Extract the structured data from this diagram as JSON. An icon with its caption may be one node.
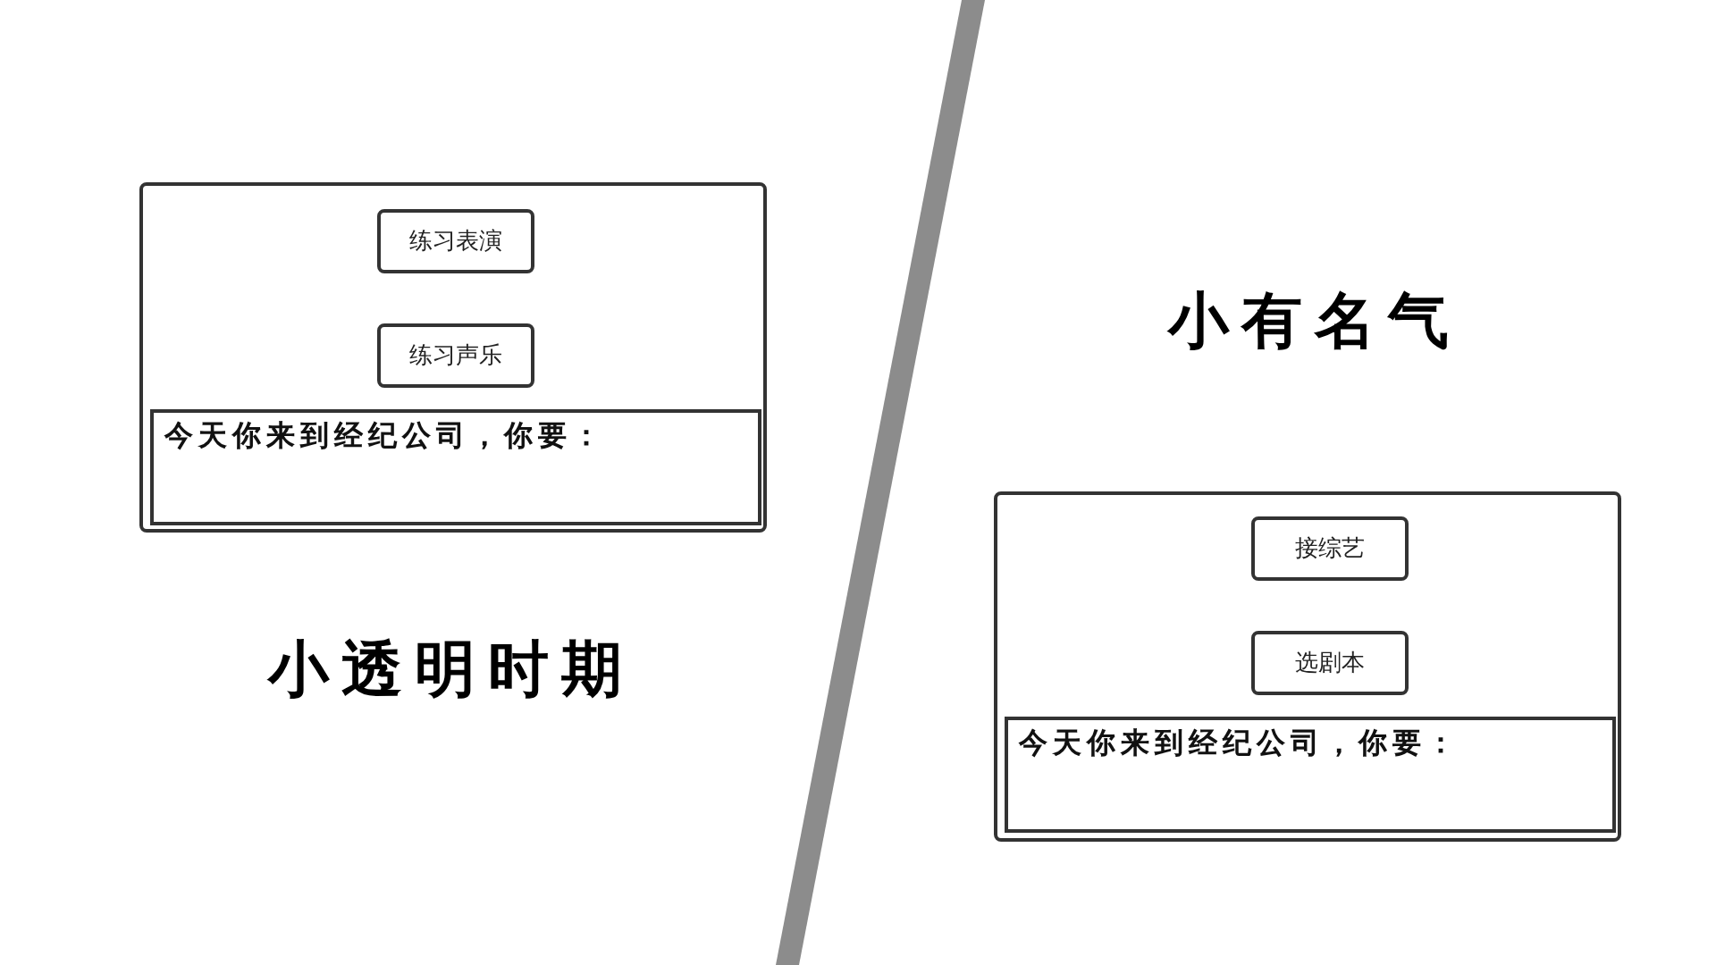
{
  "diagram": {
    "nodes": [
      {
        "text": [],
        "shape": "box"
      },
      {
        "text": [
          "练习表演"
        ],
        "in": 0
      },
      {
        "text": [
          "练习声乐"
        ],
        "in": 0
      },
      {
        "text": [
          "今天你来到经纪公司，你要："
        ],
        "in": 0
      },
      {
        "text": [],
        "shape": "bar"
      },
      {
        "text": [],
        "shape": "box"
      },
      {
        "text": [
          "接综艺"
        ],
        "in": 5
      },
      {
        "text": [
          "选剧本"
        ],
        "in": 5
      },
      {
        "text": [
          "今天你来到经纪公司，你要："
        ],
        "in": 5
      }
    ],
    "labels": [
      "小透明时期",
      "小有名气"
    ]
  }
}
